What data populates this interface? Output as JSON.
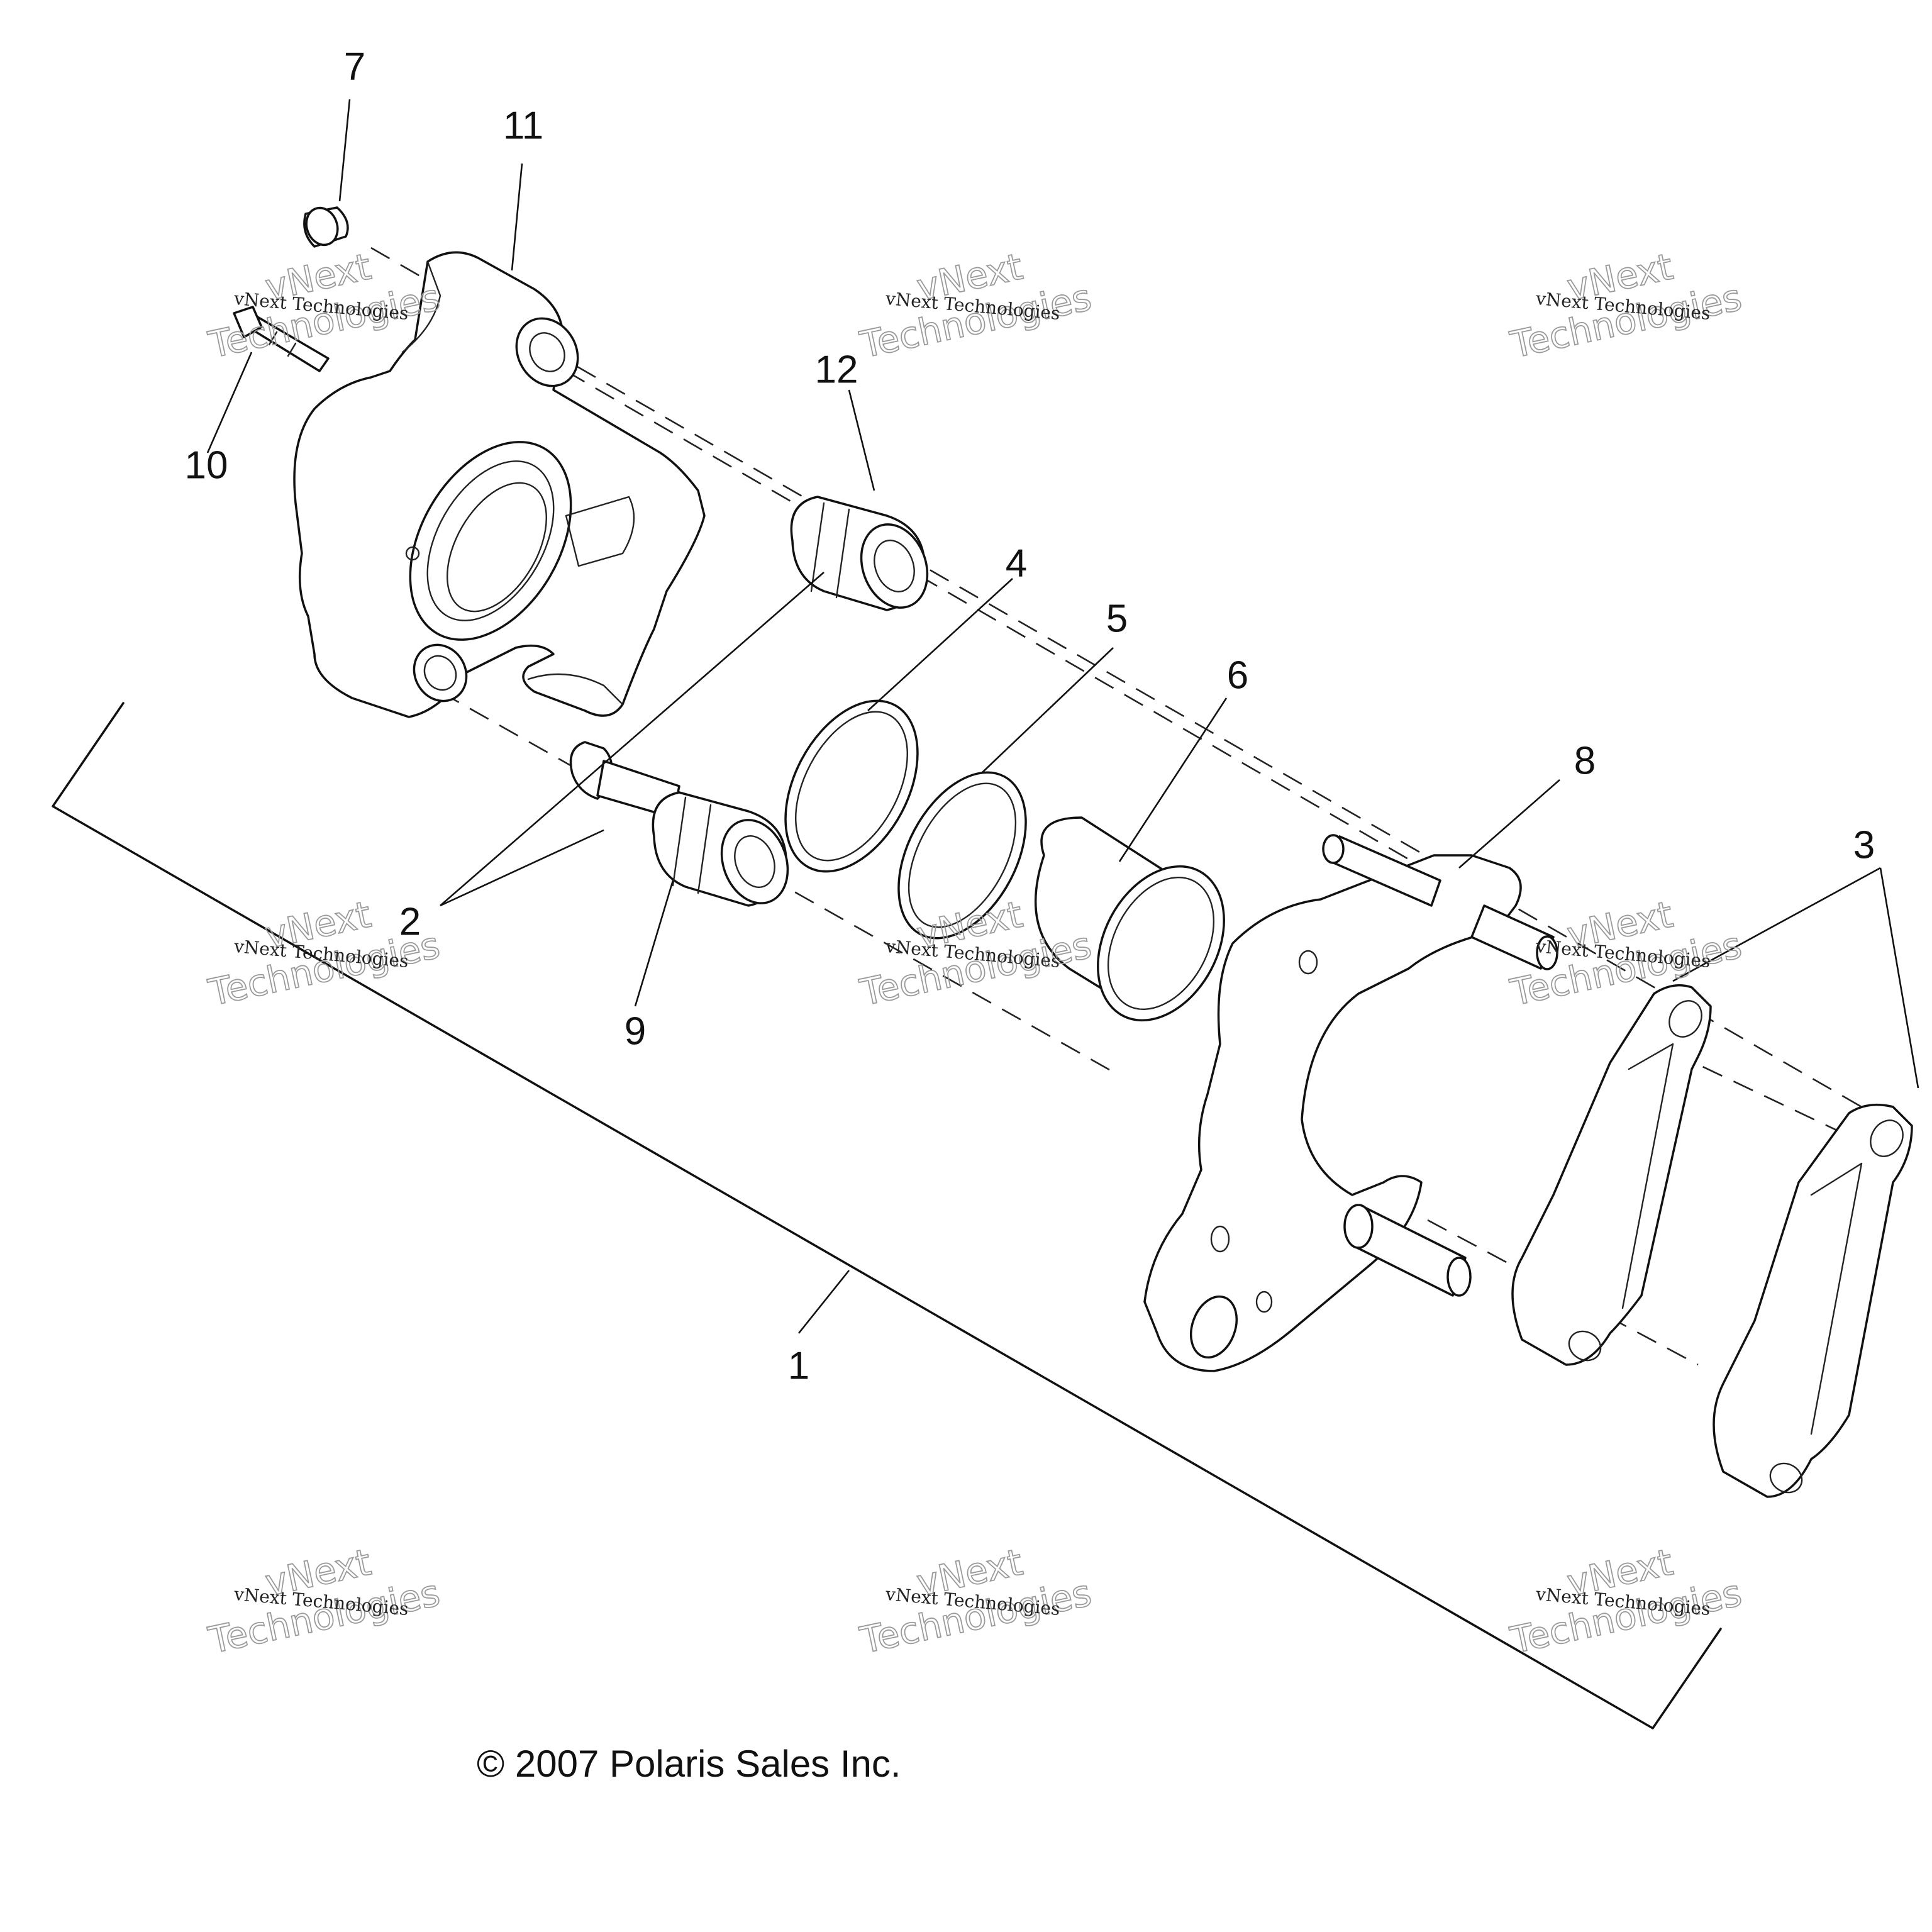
{
  "callouts": [
    {
      "id": "1",
      "label": "1"
    },
    {
      "id": "2",
      "label": "2"
    },
    {
      "id": "3",
      "label": "3"
    },
    {
      "id": "4",
      "label": "4"
    },
    {
      "id": "5",
      "label": "5"
    },
    {
      "id": "6",
      "label": "6"
    },
    {
      "id": "7",
      "label": "7"
    },
    {
      "id": "8",
      "label": "8"
    },
    {
      "id": "9",
      "label": "9"
    },
    {
      "id": "10",
      "label": "10"
    },
    {
      "id": "11",
      "label": "11"
    },
    {
      "id": "12",
      "label": "12"
    }
  ],
  "watermark": {
    "small": "vNext Technologies",
    "big_line1": "vNext",
    "big_line2": "Technologies"
  },
  "copyright": "© 2007 Polaris Sales Inc."
}
